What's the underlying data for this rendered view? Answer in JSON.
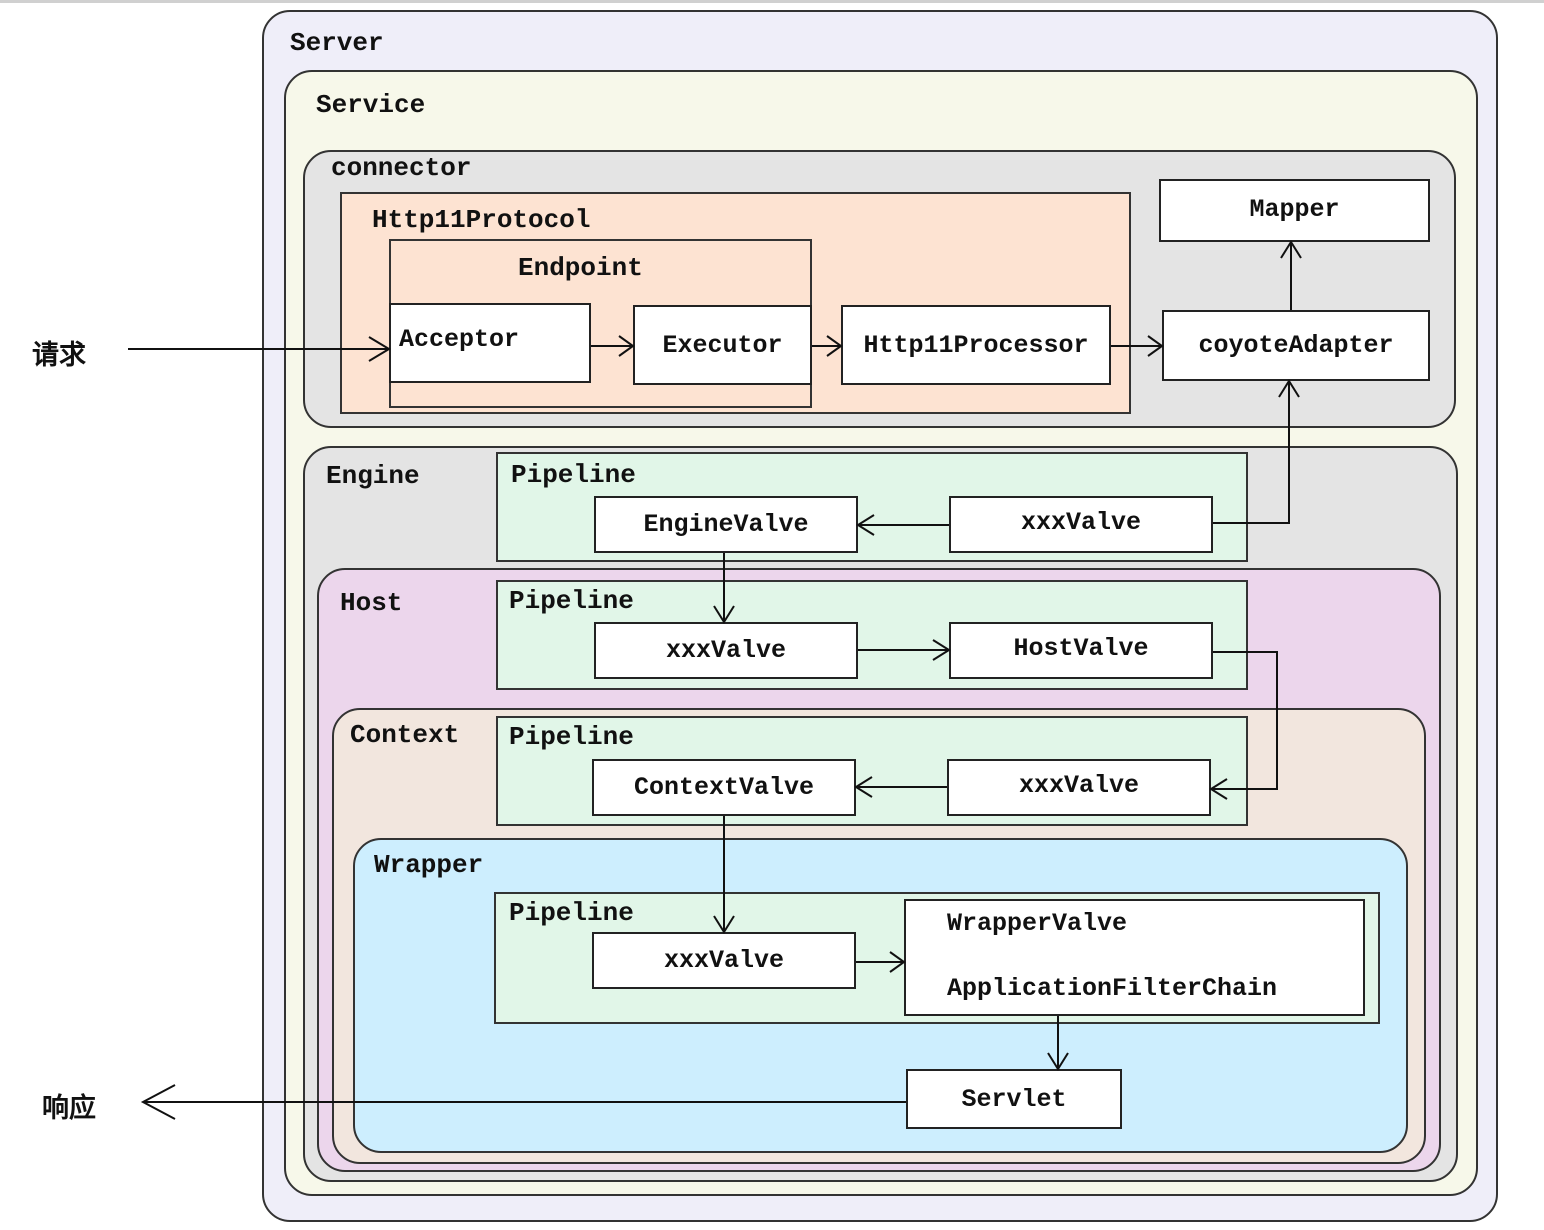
{
  "side": {
    "request": "请求",
    "response": "响应"
  },
  "containers": {
    "server": "Server",
    "service": "Service",
    "connector": "connector",
    "protocol": "Http11Protocol",
    "endpoint": "Endpoint",
    "engine": "Engine",
    "host": "Host",
    "context": "Context",
    "wrapper": "Wrapper"
  },
  "pipeline_label": "Pipeline",
  "nodes": {
    "mapper": "Mapper",
    "acceptor": "Acceptor",
    "executor": "Executor",
    "processor": "Http11Processor",
    "adapter": "coyoteAdapter",
    "engine_valve": "EngineValve",
    "engine_xxx": "xxxValve",
    "host_xxx": "xxxValve",
    "host_valve": "HostValve",
    "context_valve": "ContextValve",
    "context_xxx": "xxxValve",
    "wrapper_xxx": "xxxValve",
    "wrapper_valve": "WrapperValve",
    "filter_chain": "ApplicationFilterChain",
    "servlet": "Servlet"
  },
  "colors": {
    "server_bg": "#efeef9",
    "service_bg": "#f7f8ea",
    "connector_bg": "#e4e4e4",
    "protocol_bg": "#fde3d2",
    "engine_bg": "#e4e4e4",
    "host_bg": "#ecd6ec",
    "context_bg": "#f2e6de",
    "wrapper_bg": "#cdeefe",
    "pipeline_bg": "#e1f6e8"
  }
}
